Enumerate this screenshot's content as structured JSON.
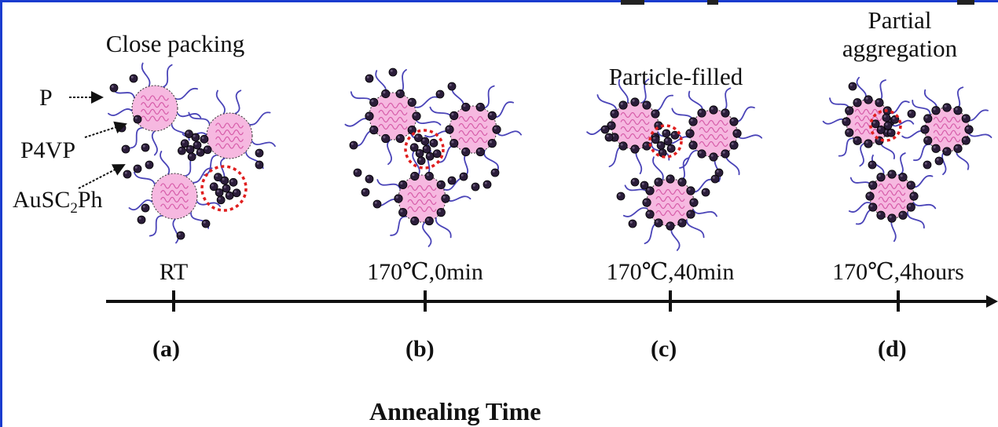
{
  "titles": {
    "a": "Close packing",
    "c": "Particle-filled",
    "d_line1": "Partial",
    "d_line2": "aggregation"
  },
  "legend": {
    "p": "P",
    "p4vp": "P4VP",
    "au_prefix": "AuSC",
    "au_sub": "2",
    "au_suffix": "Ph"
  },
  "conditions": [
    "RT",
    "170℃,0min",
    "170℃,40min",
    "170℃,4hours"
  ],
  "panel_labels": [
    "(a)",
    "(b)",
    "(c)",
    "(d)"
  ],
  "axis_title": "Annealing Time",
  "colors": {
    "core": "#f6b8e0",
    "core_squiggle": "#d65aa8",
    "corona": "#4a44b8",
    "particle": "#2b1d3a",
    "cluster_ring": "#e01f1f",
    "frame": "#1a3ccf"
  }
}
